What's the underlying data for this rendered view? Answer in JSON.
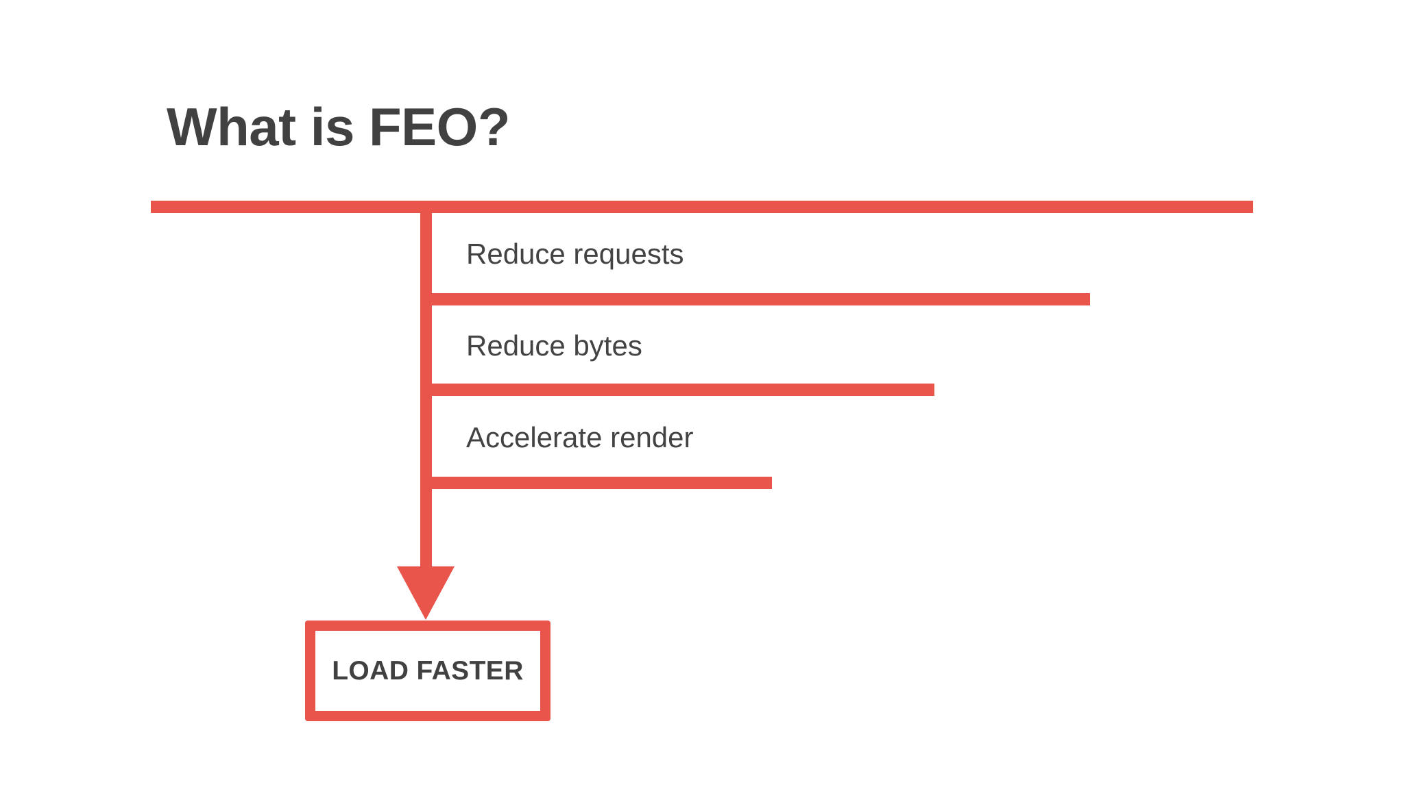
{
  "slide": {
    "title": "What is FEO?",
    "background_color": "#ffffff",
    "accent_color": "#e9544b",
    "text_color": "#414141"
  },
  "diagram": {
    "type": "flow-breakdown",
    "name": "feo-breakdown-diagram",
    "steps": [
      {
        "label": "Reduce requests"
      },
      {
        "label": "Reduce bytes"
      },
      {
        "label": "Accelerate render"
      }
    ],
    "arrow": {
      "direction": "down",
      "name": "down-arrow-icon"
    },
    "outcome": {
      "label": "LOAD FASTER"
    }
  }
}
